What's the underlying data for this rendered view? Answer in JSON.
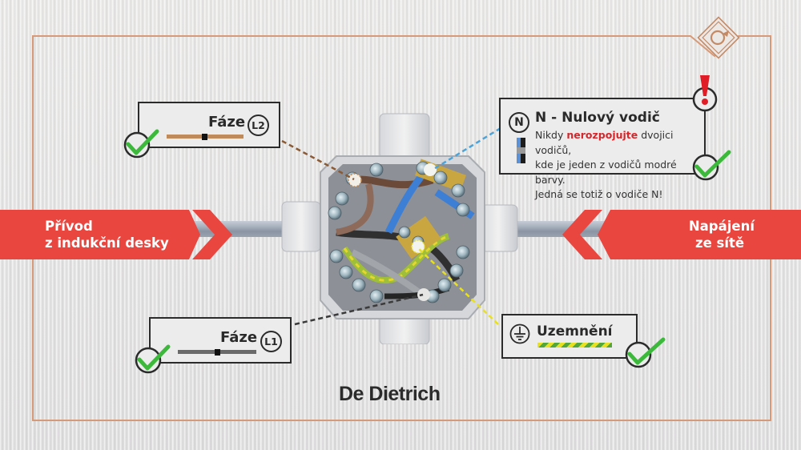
{
  "colors": {
    "frame": "#d79a78",
    "banner_red": "#e8463f",
    "check_green": "#3cb93a",
    "warning_red": "#e01d26",
    "label_border": "#2b2b2b",
    "phase_l2_wire": "#c08a5a",
    "phase_l1_wire": "#6a6a6a",
    "neutral_blue": "#5b8fd6",
    "ground_green": "#52a63a",
    "ground_yellow": "#e8e020"
  },
  "logo": {
    "icon": "post-horn-diamond-icon"
  },
  "banners": {
    "left": {
      "line1": "Přívod",
      "line2": "z indukční desky",
      "icon": "chevron-right-double-icon"
    },
    "right": {
      "line1": "Napájení",
      "line2": "ze sítě",
      "icon": "chevron-left-double-icon"
    }
  },
  "labels": {
    "l2": {
      "title": "Fáze",
      "badge": "L2",
      "status_icon": "check-icon"
    },
    "l1": {
      "title": "Fáze",
      "badge": "L1",
      "status_icon": "check-icon"
    },
    "neutral": {
      "badge": "N",
      "title": "N - Nulový vodič",
      "text_before": "Nikdy ",
      "text_emphasis": "nerozpojujte",
      "text_after": " dvojici vodičů,",
      "line2": "kde je jeden z vodičů modré barvy.",
      "line3": "Jedná se totiž o vodiče N!",
      "warning_icon": "exclamation-icon",
      "status_icon": "check-icon"
    },
    "ground": {
      "title": "Uzemnění",
      "icon": "ground-symbol-icon",
      "status_icon": "check-icon"
    }
  },
  "brand": {
    "name": "De Dietrich"
  }
}
